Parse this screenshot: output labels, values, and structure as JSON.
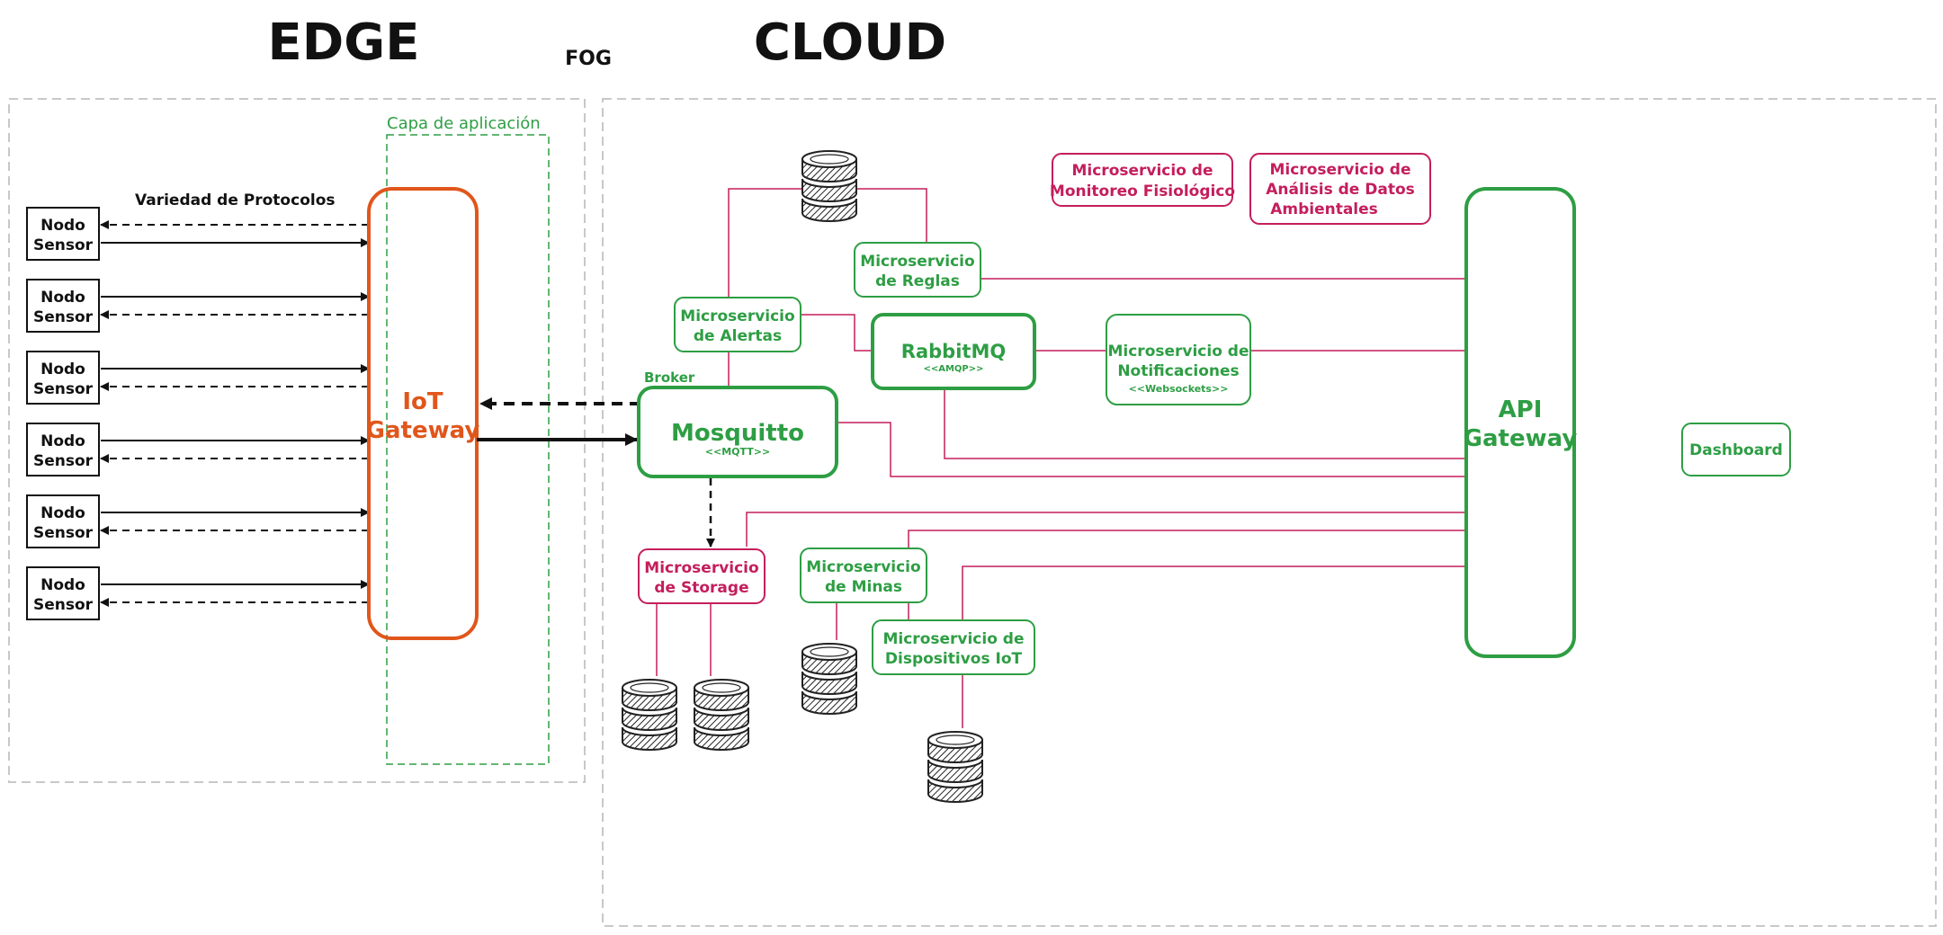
{
  "zones": {
    "edge": "EDGE",
    "fog": "FOG",
    "cloud": "CLOUD",
    "app_layer": "Capa de aplicación"
  },
  "edge": {
    "protocol_label": "Variedad de Protocolos",
    "sensors": [
      {
        "line1": "Nodo",
        "line2": "Sensor"
      },
      {
        "line1": "Nodo",
        "line2": "Sensor"
      },
      {
        "line1": "Nodo",
        "line2": "Sensor"
      },
      {
        "line1": "Nodo",
        "line2": "Sensor"
      },
      {
        "line1": "Nodo",
        "line2": "Sensor"
      },
      {
        "line1": "Nodo",
        "line2": "Sensor"
      }
    ],
    "gateway": {
      "line1": "IoT",
      "line2": "Gateway"
    }
  },
  "cloud": {
    "broker_label": "Broker",
    "mosquitto": {
      "name": "Mosquitto",
      "stereotype": "<<MQTT>>"
    },
    "rabbitmq": {
      "name": "RabbitMQ",
      "stereotype": "<<AMQP>>"
    },
    "api_gateway": {
      "line1": "API",
      "line2": "Gateway"
    },
    "dashboard": "Dashboard",
    "services": {
      "reglas": [
        "Microservicio",
        "de Reglas"
      ],
      "alertas": [
        "Microservicio",
        "de Alertas"
      ],
      "notificaciones": [
        "Microservicio de",
        "Notificaciones",
        "<<Websockets>>"
      ],
      "storage": [
        "Microservicio",
        "de Storage"
      ],
      "minas": [
        "Microservicio",
        "de Minas"
      ],
      "dispositivos": [
        "Microservicio de",
        "Dispositivos IoT"
      ],
      "monitoreo": [
        "Microservicio de",
        "Monitoreo Fisiológico"
      ],
      "analisis": [
        "Microservicio de",
        "Análisis de Datos",
        "Ambientales"
      ]
    }
  },
  "colors": {
    "orange": "#e0561b",
    "green": "#2e9e44",
    "magenta": "#c41e5c",
    "dark": "#111111",
    "dashed_gray": "#c8c8c8"
  },
  "icons": [
    "database-icon",
    "arrowhead-icon"
  ]
}
